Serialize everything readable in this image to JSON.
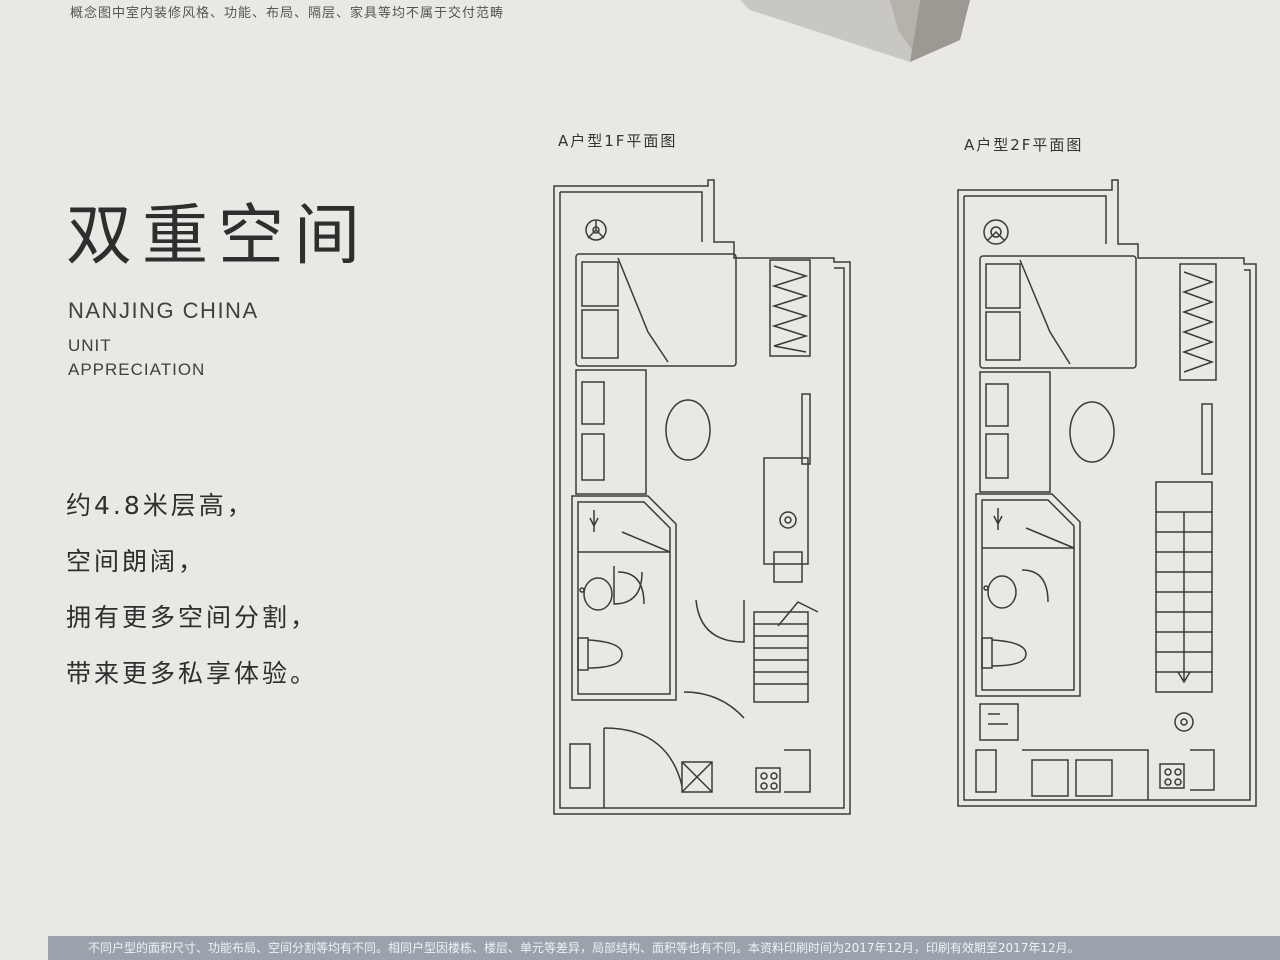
{
  "top_note": "概念图中室内装修风格、功能、布局、隔层、家具等均不属于交付范畴",
  "title": "双重空间",
  "subtitle_en": {
    "line1": "NANJING CHINA",
    "line2": "UNIT",
    "line3": "APPRECIATION"
  },
  "description": [
    "约4.8米层高，",
    "空间朗阔，",
    "拥有更多空间分割，",
    "带来更多私享体验。"
  ],
  "plans": {
    "floor1_title": "A户型1F平面图",
    "floor2_title": "A户型2F平面图"
  },
  "footer": "不同户型的面积尺寸、功能布局、空间分割等均有不同。相同户型因楼栋、楼层、单元等差异，局部结构、面积等也有不同。本资料印刷时间为2017年12月，印刷有效期至2017年12月。",
  "colors": {
    "background": "#e9e8e4",
    "line": "#3a3a3a",
    "footer_bar": "#9aa3ab"
  }
}
